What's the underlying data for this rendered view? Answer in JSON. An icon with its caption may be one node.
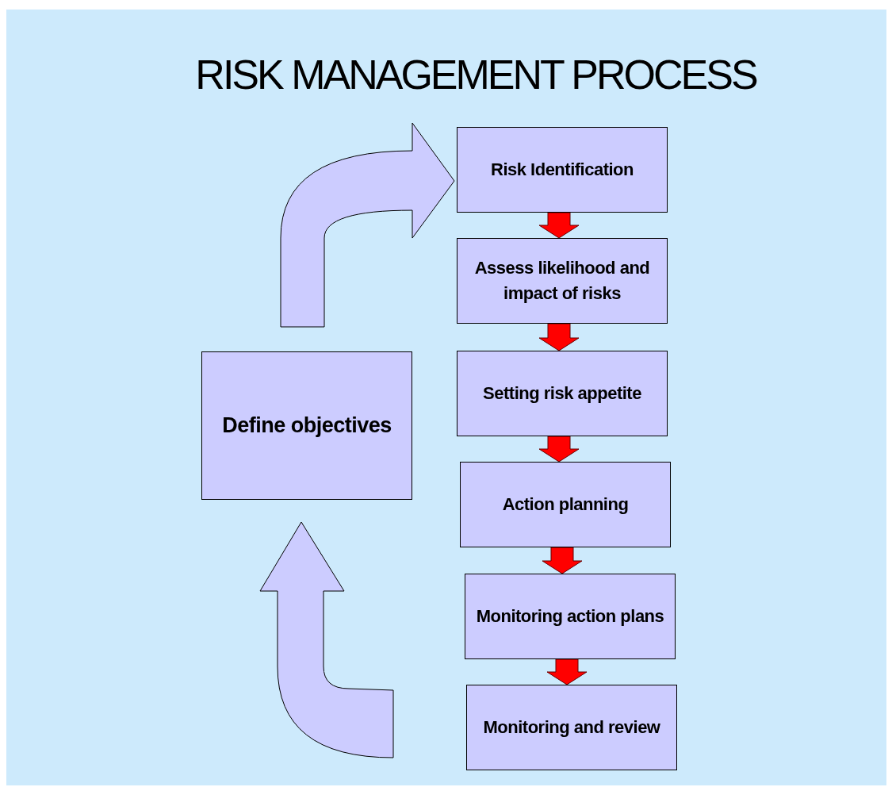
{
  "diagram": {
    "title": "RISK MANAGEMENT PROCESS",
    "nodes": [
      {
        "text": [
          "Define objectives"
        ]
      },
      {
        "text": [
          "Risk Identification"
        ]
      },
      {
        "text": [
          "Assess likelihood and impact of risks"
        ]
      },
      {
        "text": [
          "Setting risk appetite"
        ]
      },
      {
        "text": [
          "Action planning"
        ]
      },
      {
        "text": [
          "Monitoring action plans"
        ]
      },
      {
        "text": [
          "Monitoring and review"
        ]
      }
    ],
    "edges": [
      {
        "from": 0,
        "to": 1,
        "arrow": "to",
        "style": "thick",
        "color": "#ccccff"
      },
      {
        "from": 1,
        "to": 2,
        "arrow": "to"
      },
      {
        "from": 2,
        "to": 3,
        "arrow": "to"
      },
      {
        "from": 3,
        "to": 4,
        "arrow": "to"
      },
      {
        "from": 4,
        "to": 5,
        "arrow": "to"
      },
      {
        "from": 5,
        "to": 6,
        "arrow": "to"
      },
      {
        "from": 6,
        "to": 0,
        "arrow": "to",
        "style": "thick",
        "color": "#ccccff"
      }
    ]
  }
}
